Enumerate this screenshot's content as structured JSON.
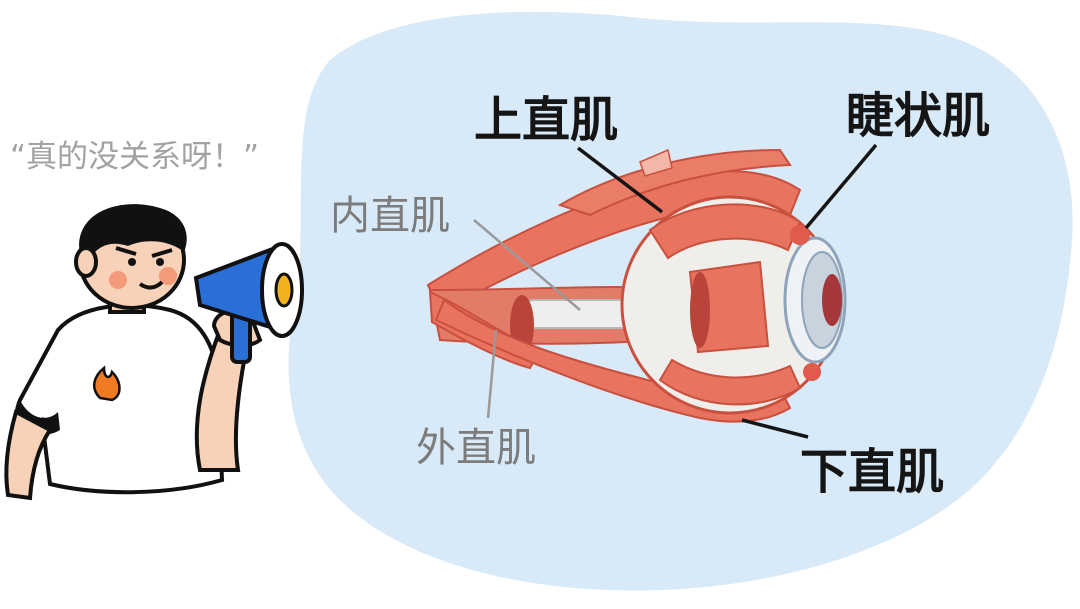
{
  "speech": {
    "quote": "“真的没关系呀！”"
  },
  "labels": {
    "superior_rectus": "上直肌",
    "ciliary_muscle": "睫状肌",
    "medial_rectus": "内直肌",
    "lateral_rectus": "外直肌",
    "inferior_rectus": "下直肌"
  },
  "colors": {
    "blob": "#d8e9f8",
    "muscle": "#e8735f",
    "muscle_dark": "#c9503e",
    "sclera": "#f0eeea",
    "iris": "#8fa4b8",
    "megaphone": "#2a6fd6",
    "shirt": "#ffffff",
    "hair": "#111111",
    "fire": "#f07a22"
  }
}
